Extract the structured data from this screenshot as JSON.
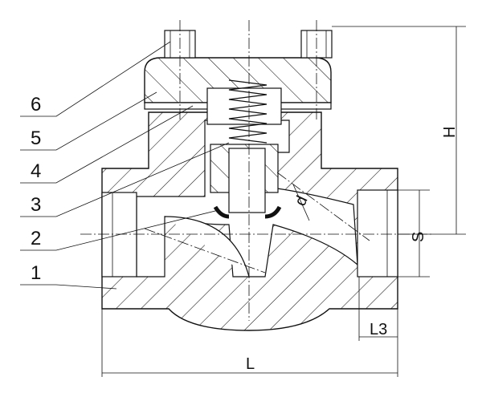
{
  "title": "Forged steel swing check valve sectional drawing",
  "part_labels": [
    "6",
    "5",
    "4",
    "3",
    "2",
    "1"
  ],
  "dimensions": {
    "height": "H",
    "socket": "S",
    "socket_depth": "L3",
    "length": "L",
    "bore": "d"
  }
}
